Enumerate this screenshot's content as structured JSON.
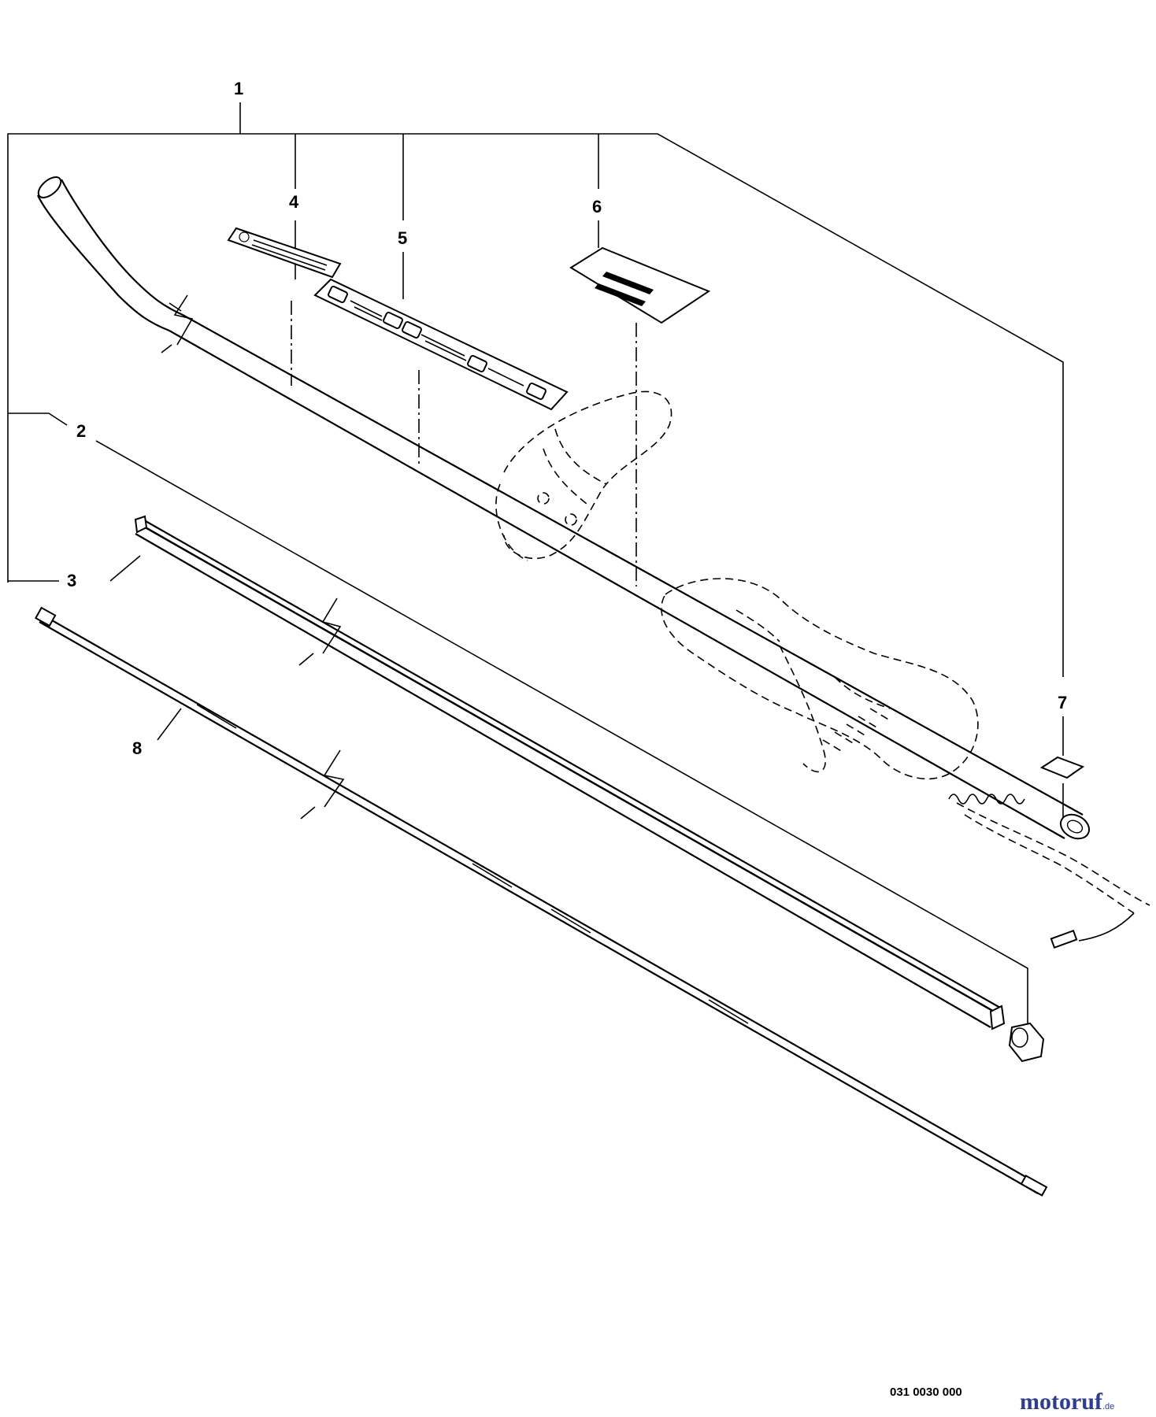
{
  "diagram": {
    "callouts": [
      "1",
      "2",
      "3",
      "4",
      "5",
      "6",
      "7",
      "8"
    ],
    "drawing_number": "031 0030 000",
    "watermark": {
      "name": "motoruf",
      "tld": ".de",
      "colors": {
        "text": "#2f3d8f",
        "accent": "#d8a123"
      }
    }
  }
}
